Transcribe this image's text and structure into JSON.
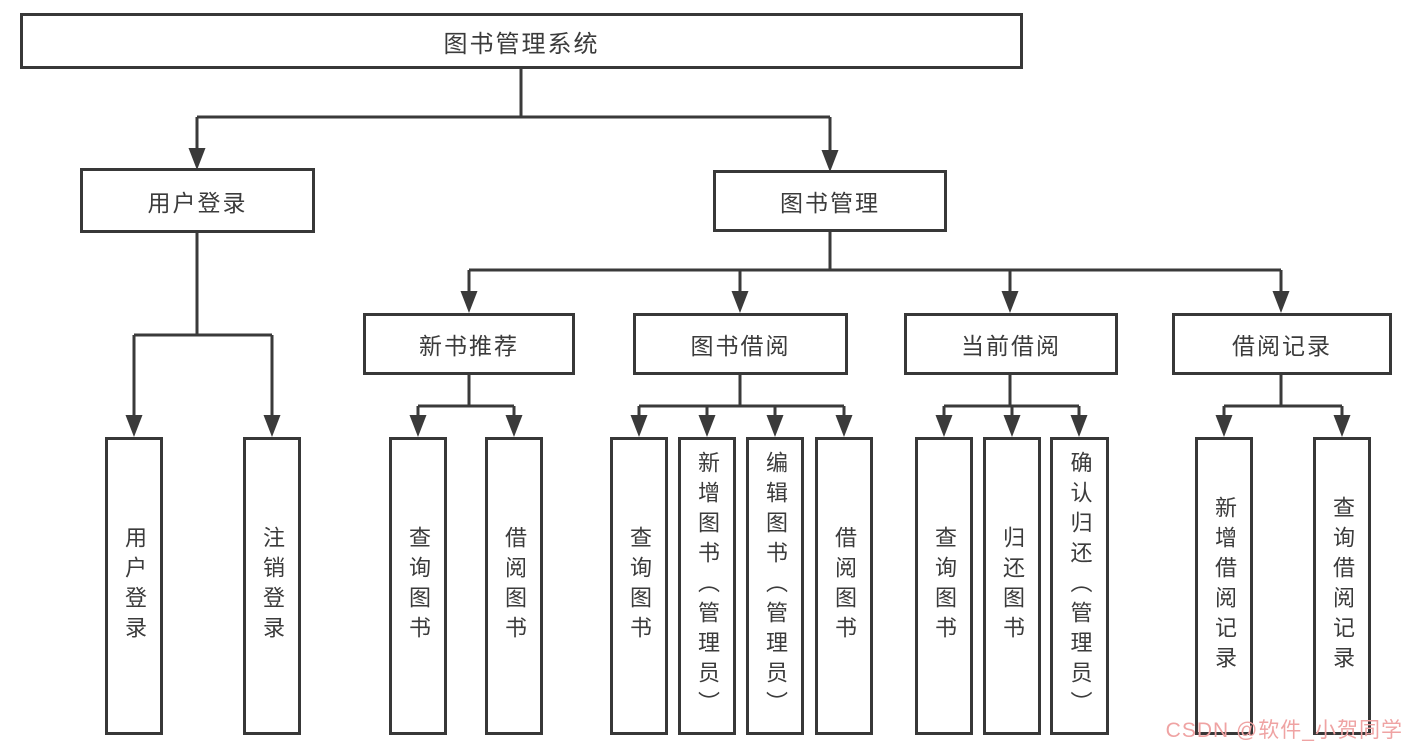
{
  "diagram": {
    "nodes": {
      "root": {
        "label": "图书管理系统"
      },
      "user_login": {
        "label": "用户登录"
      },
      "book_mgmt": {
        "label": "图书管理"
      },
      "new_book_rec": {
        "label": "新书推荐"
      },
      "book_borrow": {
        "label": "图书借阅"
      },
      "current_borrow": {
        "label": "当前借阅"
      },
      "borrow_records": {
        "label": "借阅记录"
      },
      "leaf_user_login": {
        "label": "用户登录"
      },
      "leaf_logout": {
        "label": "注销登录"
      },
      "leaf_query_books_rec": {
        "label": "查询图书"
      },
      "leaf_borrow_books_rec": {
        "label": "借阅图书"
      },
      "leaf_query_books_borrow": {
        "label": "查询图书"
      },
      "leaf_add_books_admin": {
        "label": "新增图书（管理员）"
      },
      "leaf_edit_books_admin": {
        "label": "编辑图书（管理员）"
      },
      "leaf_borrow_books": {
        "label": "借阅图书"
      },
      "leaf_query_books_cur": {
        "label": "查询图书"
      },
      "leaf_return_books": {
        "label": "归还图书"
      },
      "leaf_confirm_return": {
        "label": "确认归还（管理员）"
      },
      "leaf_add_borrow_record": {
        "label": "新增借阅记录"
      },
      "leaf_query_borrow_record": {
        "label": "查询借阅记录"
      }
    },
    "edges": [
      {
        "parent": "图书管理系统",
        "children": [
          "用户登录",
          "图书管理"
        ]
      },
      {
        "parent": "用户登录",
        "children": [
          "用户登录",
          "注销登录"
        ]
      },
      {
        "parent": "图书管理",
        "children": [
          "新书推荐",
          "图书借阅",
          "当前借阅",
          "借阅记录"
        ]
      },
      {
        "parent": "新书推荐",
        "children": [
          "查询图书",
          "借阅图书"
        ]
      },
      {
        "parent": "图书借阅",
        "children": [
          "查询图书",
          "新增图书（管理员）",
          "编辑图书（管理员）",
          "借阅图书"
        ]
      },
      {
        "parent": "当前借阅",
        "children": [
          "查询图书",
          "归还图书",
          "确认归还（管理员）"
        ]
      },
      {
        "parent": "借阅记录",
        "children": [
          "新增借阅记录",
          "查询借阅记录"
        ]
      }
    ],
    "colors": {
      "line": "#3a3a3a",
      "border": "#383838",
      "text": "#3b3b3b",
      "background": "#ffffff",
      "watermark": "#efa3a3"
    },
    "watermark": {
      "text": "CSDN @软件_小贺同学"
    }
  }
}
